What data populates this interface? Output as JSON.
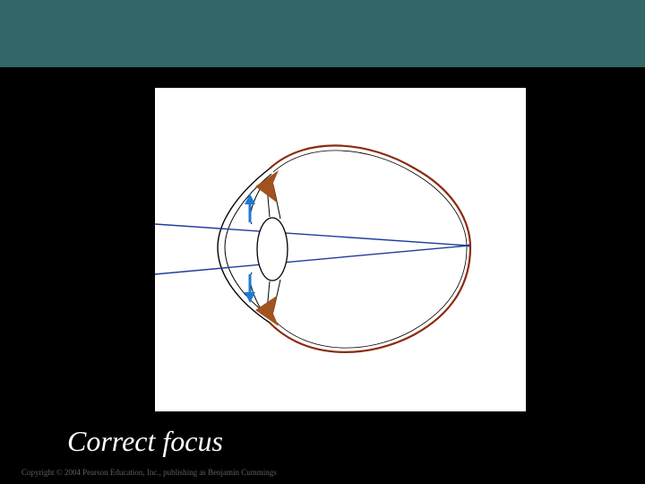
{
  "slide": {
    "caption": "Correct focus",
    "copyright": "Copyright © 2004 Pearson Education, Inc., publishing as Benjamin Cummings"
  },
  "colors": {
    "header_bar": "#336666",
    "background": "#000000",
    "panel": "#ffffff",
    "caption_text": "#ffffff",
    "copyright_text": "#5f5f5f",
    "eyeball_outline": "#8b2a10",
    "light_rays": "#1f3c9c",
    "ciliary_muscle": "#a0521f",
    "suspensory_arrows": "#1e7ad6",
    "lens_outline": "#000000"
  },
  "diagram": {
    "subject": "eye",
    "icons": [
      "eyeball",
      "cornea",
      "lens",
      "ciliary-muscle",
      "suspensory-ligament-arrow",
      "light-ray",
      "focal-point"
    ]
  }
}
